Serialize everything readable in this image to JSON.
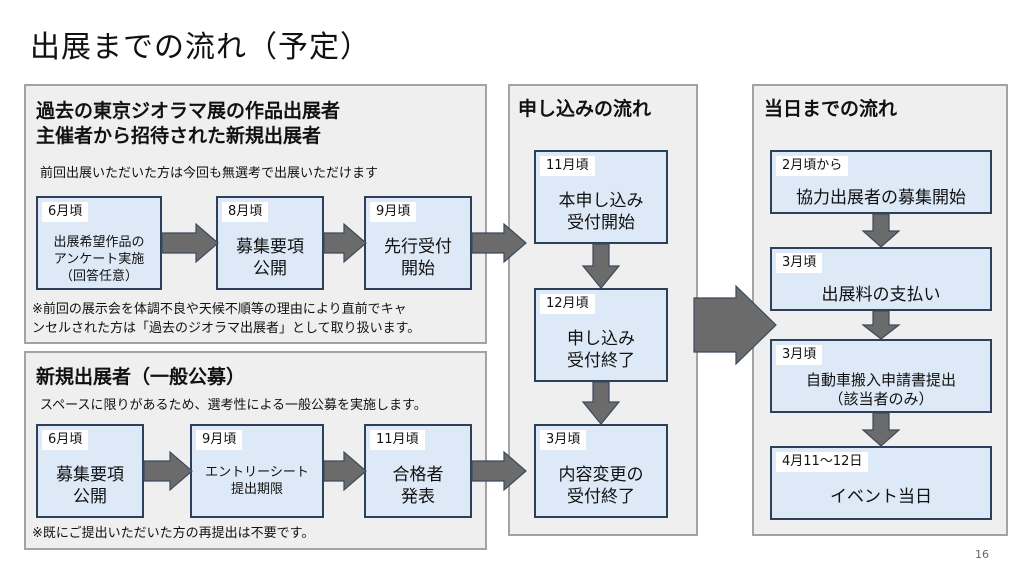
{
  "title": "出展までの流れ（予定）",
  "panel_past": {
    "title_line1": "過去の東京ジオラマ展の作品出展者",
    "title_line2": "主催者から招待された新規出展者",
    "note_top": "前回出展いただいた方は今回も無選考で出展いただけます",
    "boxes": [
      {
        "tag": "6月頃",
        "text": "出展希望作品の\nアンケート実施\n（回答任意）"
      },
      {
        "tag": "8月頃",
        "text": "募集要項\n公開"
      },
      {
        "tag": "9月頃",
        "text": "先行受付\n開始"
      }
    ],
    "note_bottom_line1": "※前回の展示会を体調不良や天候不順等の理由により直前でキャ",
    "note_bottom_line2": "ンセルされた方は「過去のジオラマ出展者」として取り扱います。"
  },
  "panel_new": {
    "title": "新規出展者（一般公募）",
    "note_top": "スペースに限りがあるため、選考性による一般公募を実施します。",
    "boxes": [
      {
        "tag": "6月頃",
        "text": "募集要項\n公開"
      },
      {
        "tag": "9月頃",
        "text": "エントリーシート\n提出期限"
      },
      {
        "tag": "11月頃",
        "text": "合格者\n発表"
      }
    ],
    "note_bottom": "※既にご提出いただいた方の再提出は不要です。"
  },
  "panel_apply": {
    "title": "申し込みの流れ",
    "boxes": [
      {
        "tag": "11月頃",
        "text": "本申し込み\n受付開始"
      },
      {
        "tag": "12月頃",
        "text": "申し込み\n受付終了"
      },
      {
        "tag": "3月頃",
        "text": "内容変更の\n受付終了"
      }
    ]
  },
  "panel_day": {
    "title": "当日までの流れ",
    "boxes": [
      {
        "tag": "2月頃から",
        "text": "協力出展者の募集開始"
      },
      {
        "tag": "3月頃",
        "text": "出展料の支払い"
      },
      {
        "tag": "3月頃",
        "text": "自動車搬入申請書提出\n（該当者のみ）"
      },
      {
        "tag": "4月11〜12日",
        "text": "イベント当日"
      }
    ]
  },
  "page_number": "16"
}
